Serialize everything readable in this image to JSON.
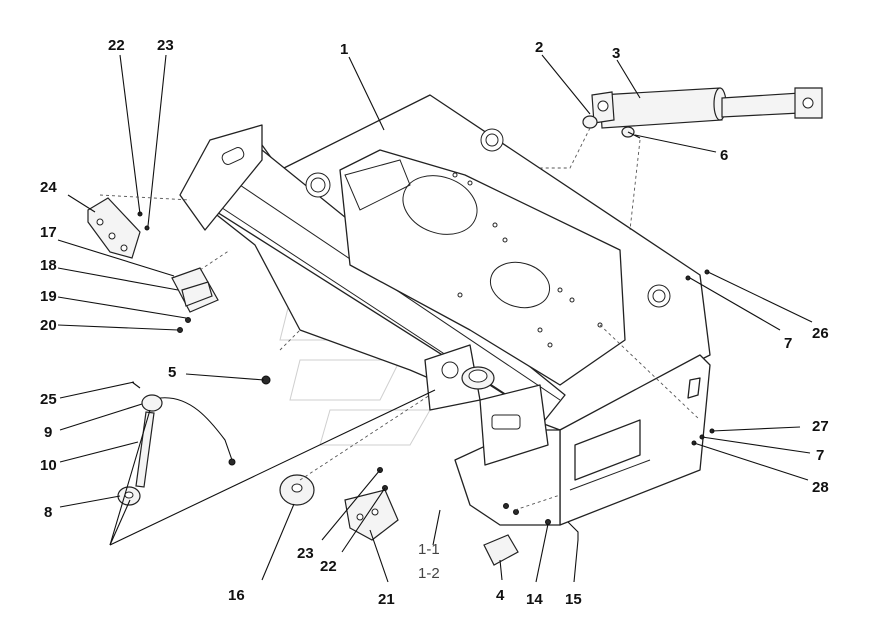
{
  "callouts": [
    {
      "id": "c1",
      "text": "1"
    },
    {
      "id": "c2",
      "text": "2"
    },
    {
      "id": "c3",
      "text": "3"
    },
    {
      "id": "c4",
      "text": "4"
    },
    {
      "id": "c5",
      "text": "5"
    },
    {
      "id": "c6",
      "text": "6"
    },
    {
      "id": "c7a",
      "text": "7"
    },
    {
      "id": "c7b",
      "text": "7"
    },
    {
      "id": "c8",
      "text": "8"
    },
    {
      "id": "c9",
      "text": "9"
    },
    {
      "id": "c10",
      "text": "10"
    },
    {
      "id": "c11",
      "text": "1-1"
    },
    {
      "id": "c12",
      "text": "1-2"
    },
    {
      "id": "c14",
      "text": "14"
    },
    {
      "id": "c15",
      "text": "15"
    },
    {
      "id": "c16",
      "text": "16"
    },
    {
      "id": "c17",
      "text": "17"
    },
    {
      "id": "c18",
      "text": "18"
    },
    {
      "id": "c19",
      "text": "19"
    },
    {
      "id": "c20",
      "text": "20"
    },
    {
      "id": "c21",
      "text": "21"
    },
    {
      "id": "c22a",
      "text": "22"
    },
    {
      "id": "c22b",
      "text": "22"
    },
    {
      "id": "c23a",
      "text": "23"
    },
    {
      "id": "c23b",
      "text": "23"
    },
    {
      "id": "c24",
      "text": "24"
    },
    {
      "id": "c25",
      "text": "25"
    },
    {
      "id": "c26",
      "text": "26"
    },
    {
      "id": "c27",
      "text": "27"
    },
    {
      "id": "c28",
      "text": "28"
    }
  ]
}
